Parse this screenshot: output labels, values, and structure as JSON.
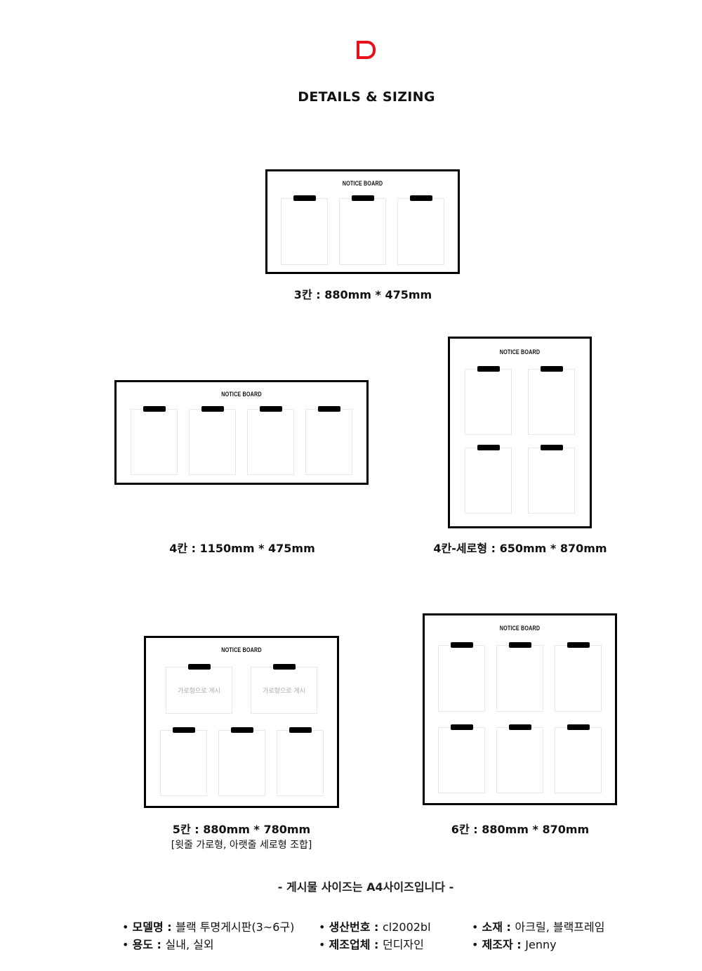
{
  "header": {
    "logo_letter": "D",
    "title": "DETAILS & SIZING",
    "accent": "#e8101a"
  },
  "board_title": "NOTICE BOARD",
  "boards": [
    {
      "caption": "3칸 : 880mm * 475mm"
    },
    {
      "caption": "4칸 : 1150mm * 475mm"
    },
    {
      "caption": "4칸-세로형 : 650mm * 870mm"
    },
    {
      "caption": "5칸 : 880mm * 780mm",
      "subcaption": "[윗줄 가로형, 아랫줄 세로형 조합]",
      "paper_label": "가로형으로 게시"
    },
    {
      "caption": "6칸 : 880mm * 870mm"
    }
  ],
  "note": "- 게시물 사이즈는 A4사이즈입니다 -",
  "specs": [
    {
      "label": "모델명",
      "value": "블랙 투명게시판(3~6구)"
    },
    {
      "label": "생산번호",
      "value": "cl2002bl"
    },
    {
      "label": "소재",
      "value": "아크릴, 블랙프레임"
    },
    {
      "label": "용도",
      "value": "실내, 실외"
    },
    {
      "label": "제조업체",
      "value": "던디자인"
    },
    {
      "label": "제조자",
      "value": "Jenny"
    }
  ]
}
